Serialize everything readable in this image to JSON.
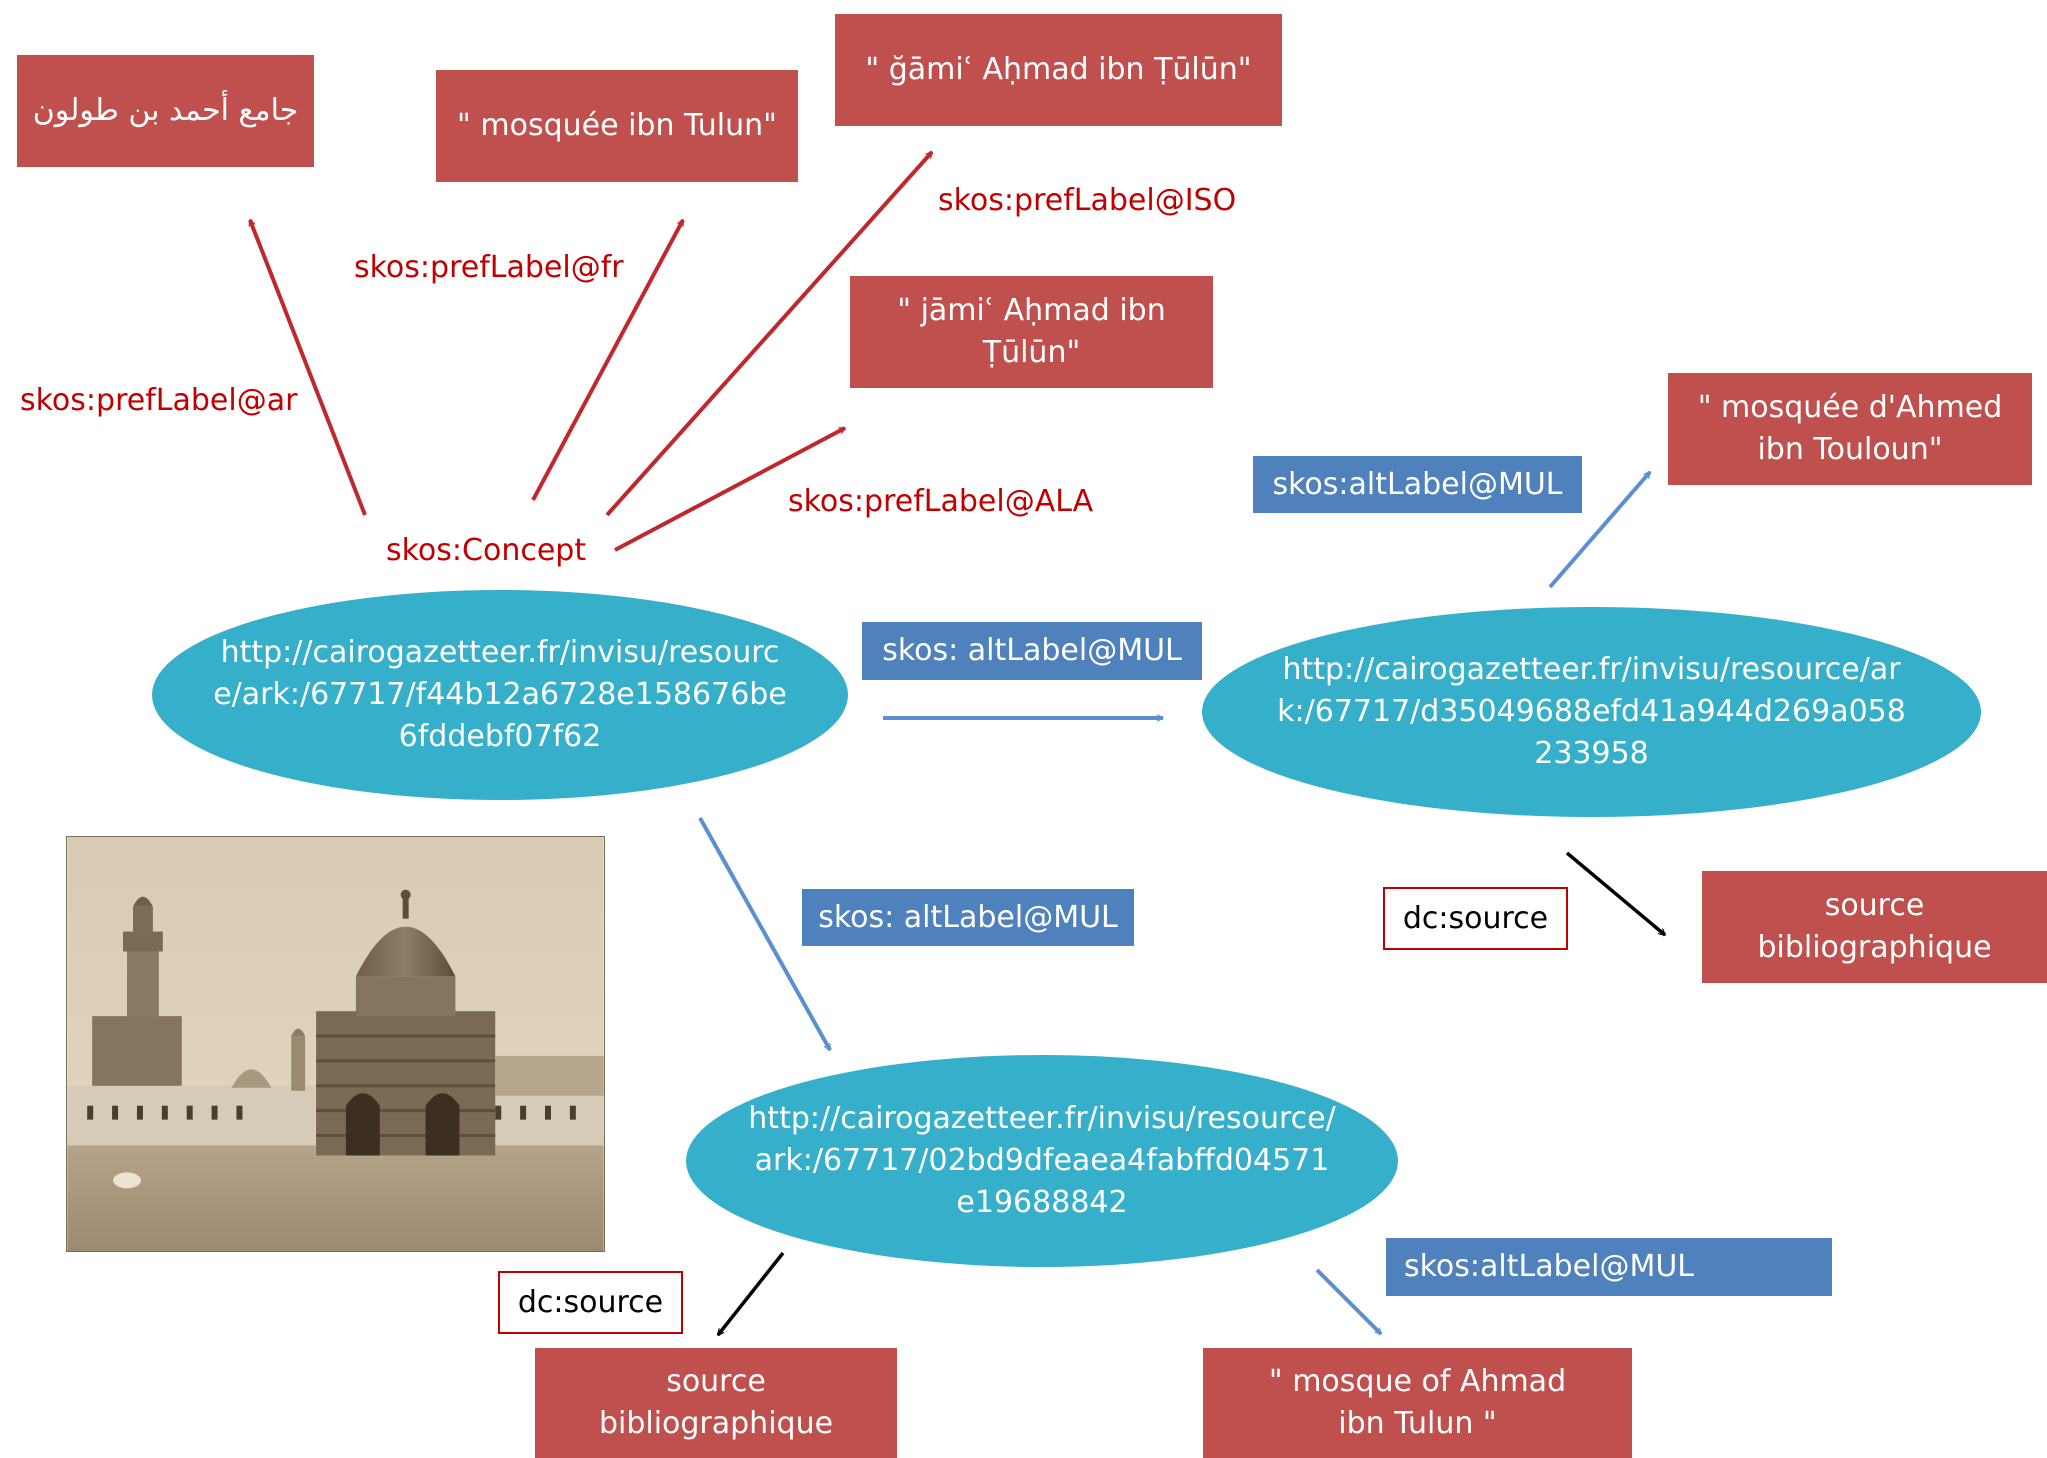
{
  "nodes": {
    "main": "http://cairogazetteer.fr/invisu/resource/ark:/67717/f44b12a6728e158676be6fddebf07f62",
    "right": "http://cairogazetteer.fr/invisu/resource/ark:/67717/d35049688efd41a944d269a058233958",
    "bottom": "http://cairogazetteer.fr/invisu/resource/ark:/67717/02bd9dfeaea4fabffd04571e19688842"
  },
  "literals": {
    "arabic": "جامع أحمد بن طولون",
    "fr": "\" mosquée ibn Tulun\"",
    "iso": "\" ğāmiʿ Aḥmad ibn Ṭūlūn\"",
    "ala": "\" jāmiʿ Aḥmad ibn Ṭūlūn\"",
    "ahmed": "\" mosquée d'Ahmed ibn Touloun\"",
    "source_right": "source bibliographique",
    "source_bottom": "source bibliographique",
    "mosque_en": "\" mosque of Ahmad ibn Tulun \""
  },
  "relations": {
    "pref_ar": "skos:prefLabel@ar",
    "pref_fr": "skos:prefLabel@fr",
    "pref_iso": "skos:prefLabel@ISO",
    "pref_ala": "skos:prefLabel@ALA",
    "concept": "skos:Concept",
    "alt_main_right": "skos: altLabel@MUL",
    "alt_right_literal": "skos:altLabel@MUL",
    "alt_main_bottom": "skos: altLabel@MUL",
    "alt_bottom_literal": "skos:altLabel@MUL",
    "dc_right": "dc:source",
    "dc_bottom": "dc:source"
  },
  "colors": {
    "literal_box": "#c0504d",
    "relation_box": "#4f81bd",
    "node": "#36afca",
    "pref_label_text": "#c00000",
    "pref_arrow": "#c0282d",
    "alt_arrow": "#5b8fd0",
    "source_arrow": "#000000"
  },
  "photo": {
    "description_icon": "mosque-photo"
  }
}
